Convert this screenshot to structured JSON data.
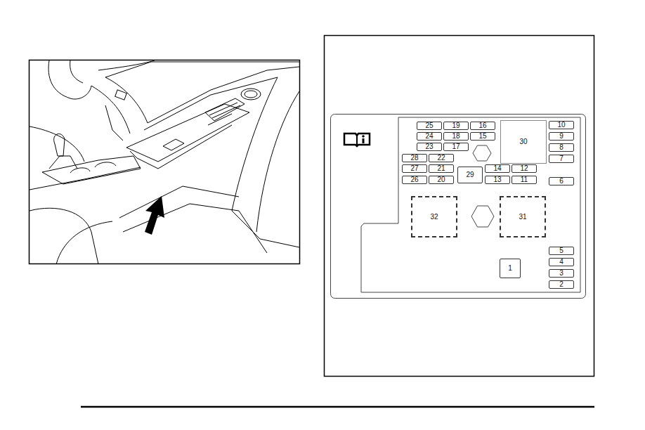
{
  "diagram": {
    "nodes": [
      {
        "text": [
          "25"
        ]
      },
      {
        "text": [
          "19"
        ]
      },
      {
        "text": [
          "16"
        ]
      },
      {
        "text": [
          "30"
        ]
      },
      {
        "text": [
          "10"
        ]
      },
      {
        "text": [
          "9"
        ]
      },
      {
        "text": [
          "24"
        ]
      },
      {
        "text": [
          "18"
        ]
      },
      {
        "text": [
          "15"
        ]
      },
      {
        "text": [
          "8"
        ]
      },
      {
        "text": [
          "23"
        ]
      },
      {
        "text": [
          "17"
        ]
      },
      {
        "text": [
          "7"
        ]
      },
      {
        "text": [
          "28"
        ]
      },
      {
        "text": [
          "22"
        ]
      },
      {
        "text": [
          "27"
        ]
      },
      {
        "text": [
          "21"
        ]
      },
      {
        "text": [
          "29"
        ]
      },
      {
        "text": [
          "14"
        ]
      },
      {
        "text": [
          "12"
        ]
      },
      {
        "text": [
          "26"
        ]
      },
      {
        "text": [
          "20"
        ]
      },
      {
        "text": [
          "13"
        ]
      },
      {
        "text": [
          "11"
        ]
      },
      {
        "text": [
          "6"
        ]
      },
      {
        "text": [
          "32"
        ]
      },
      {
        "text": [
          "31"
        ]
      },
      {
        "text": [
          "5"
        ]
      },
      {
        "text": [
          "4"
        ]
      },
      {
        "text": [
          "3"
        ]
      },
      {
        "text": [
          "1"
        ]
      },
      {
        "text": [
          "2"
        ]
      }
    ]
  }
}
